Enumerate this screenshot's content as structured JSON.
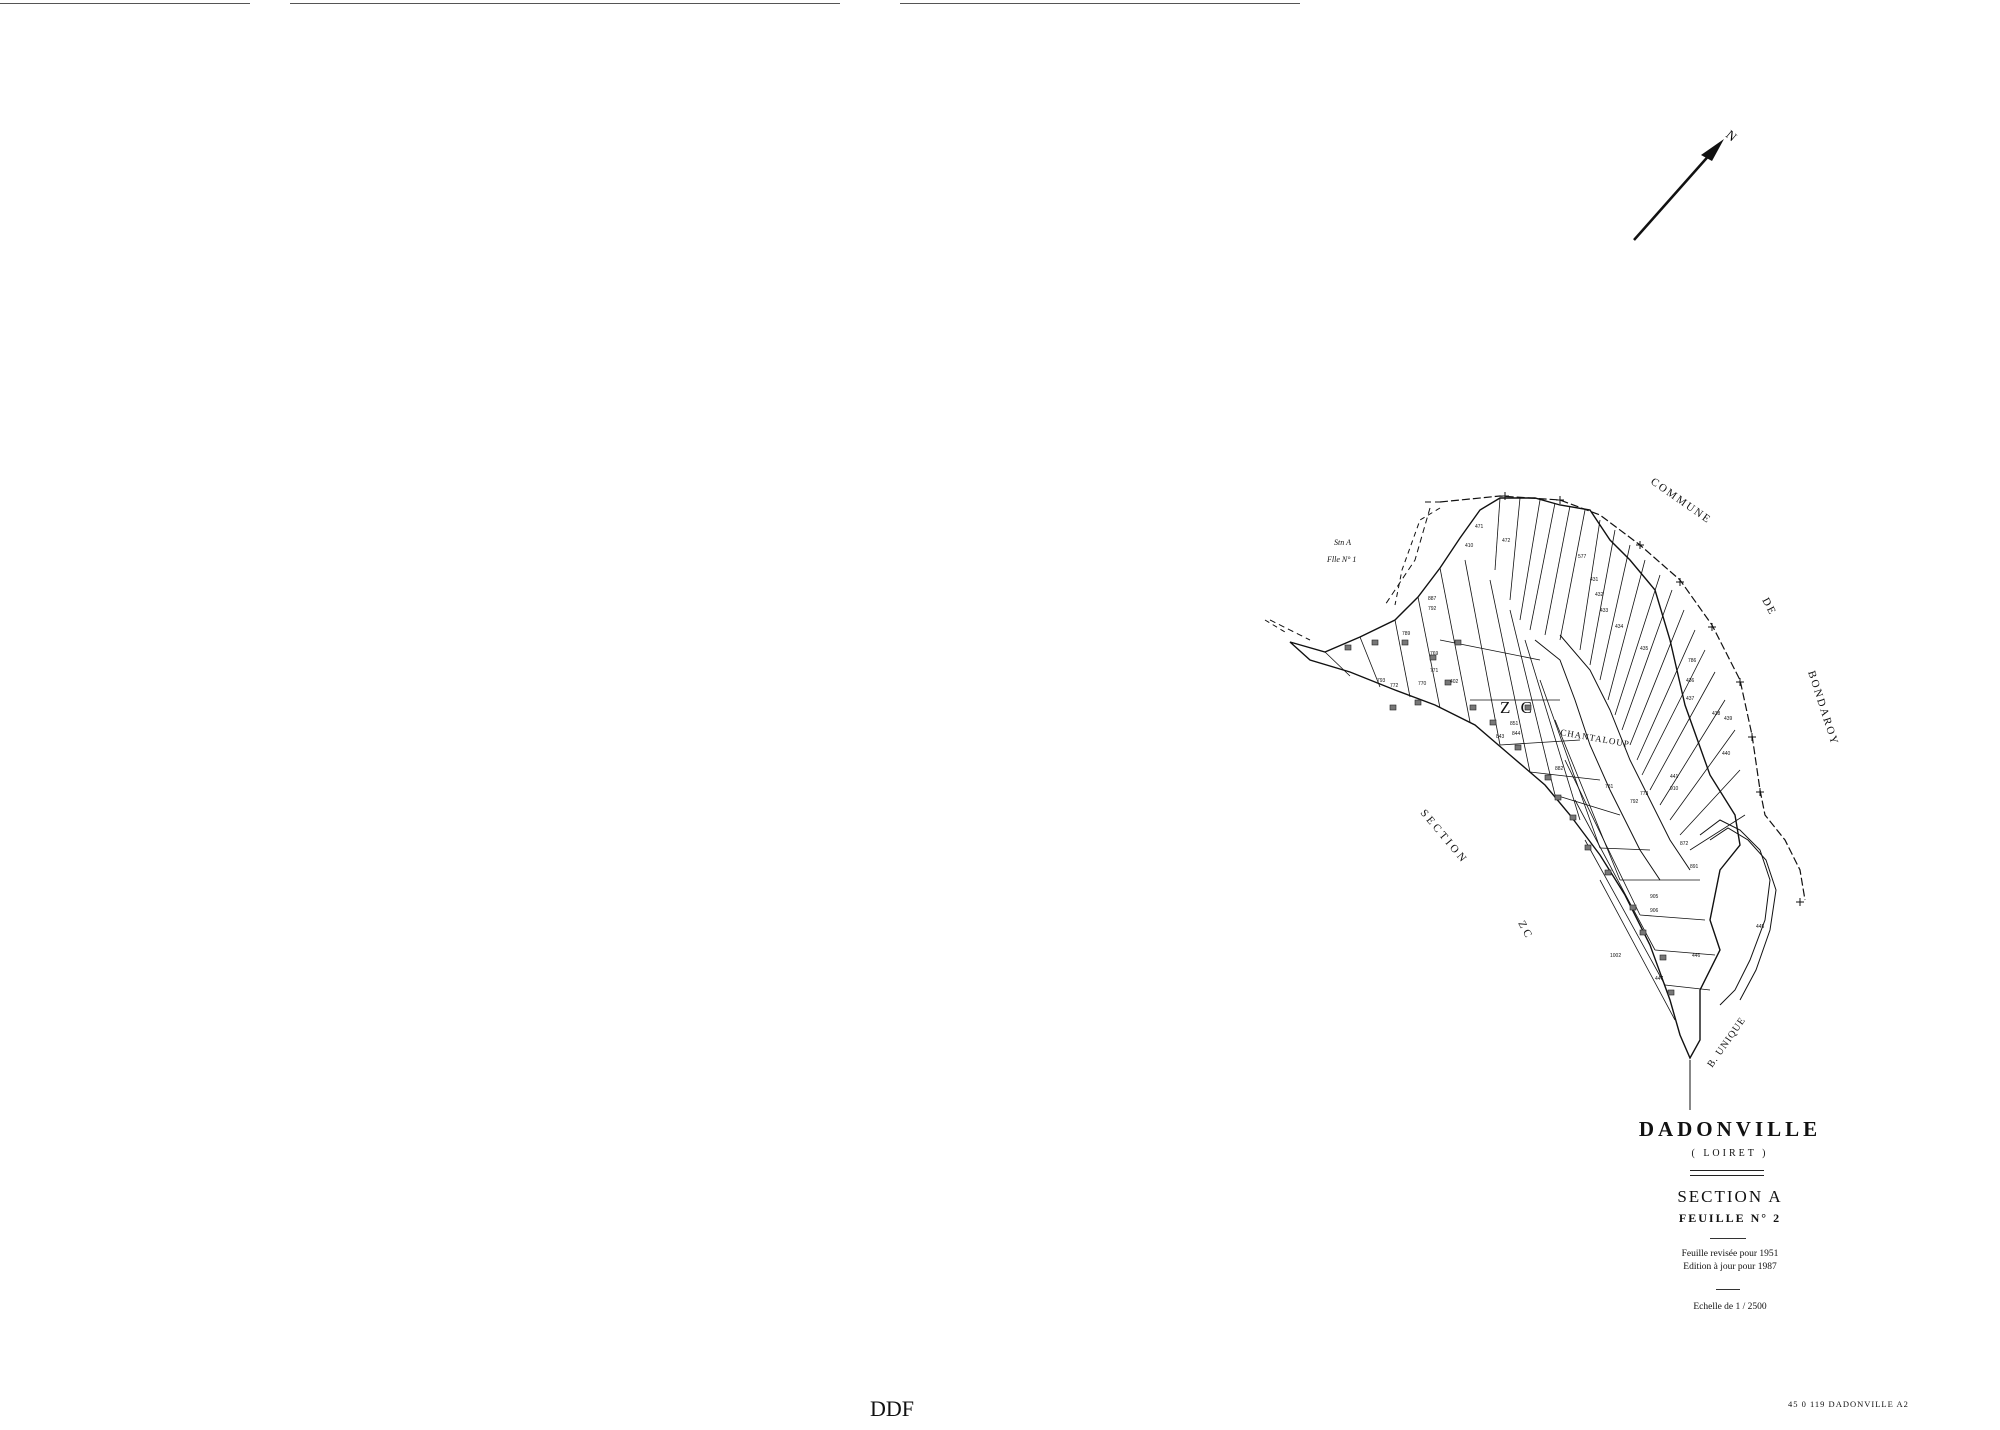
{
  "sheet": {
    "commune": "DADONVILLE",
    "department": "( LOIRET )",
    "section": "SECTION  A",
    "sheet_number": "FEUILLE  N° 2",
    "revision": "Feuille revisée pour 1951",
    "edition": "Edition à jour pour 1987",
    "scale": "Echelle  de  1 / 2500",
    "stamp": "DDF",
    "reference": "45 0 119  DADONVILLE   A2"
  },
  "map": {
    "north_label": "N",
    "neighbor_commune": [
      "COMMUNE",
      "DE",
      "BONDAROY"
    ],
    "adjacent_section": [
      "SECTION",
      "ZC"
    ],
    "adjacent_sheet": [
      "Stn  A",
      "Flle  N° 1"
    ],
    "zone_label": "Z C",
    "locality": "CHANTALOUP",
    "road_label": "B. UNIQUE",
    "parcels": [
      "471",
      "472",
      "410",
      "577",
      "887",
      "792",
      "769",
      "402",
      "851",
      "843",
      "844",
      "882",
      "441",
      "910",
      "773",
      "781",
      "792",
      "872",
      "891",
      "905",
      "906",
      "1002",
      "446",
      "447",
      "445",
      "440",
      "439",
      "438",
      "437",
      "436",
      "435",
      "434",
      "433",
      "432",
      "431",
      "786",
      "789",
      "771",
      "770",
      "772",
      "793"
    ]
  }
}
